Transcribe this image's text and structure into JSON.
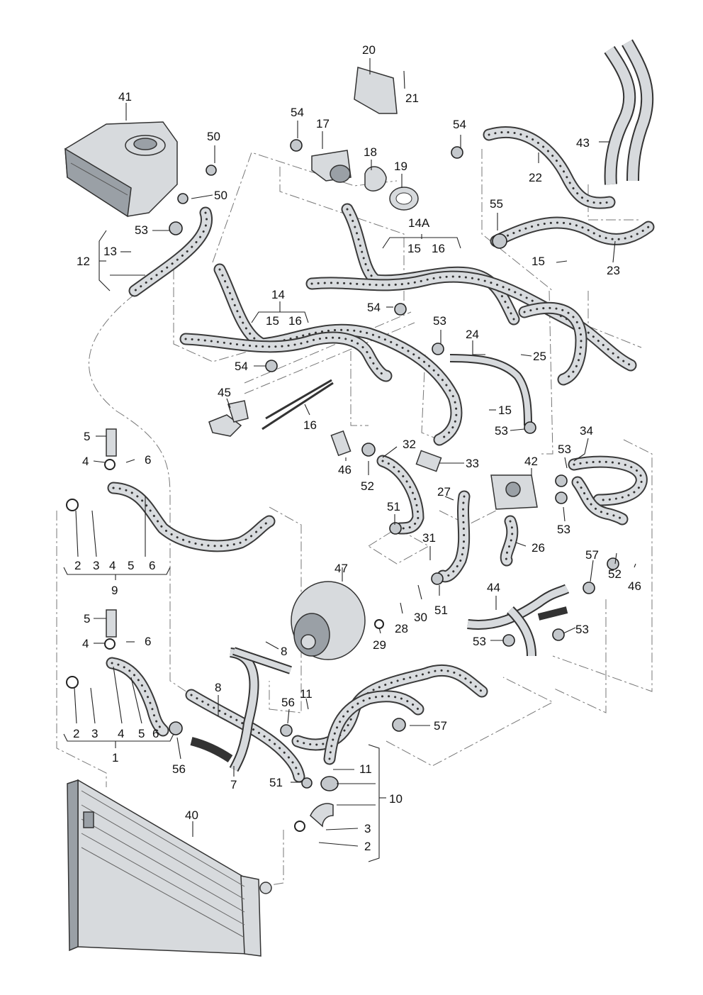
{
  "labels": [
    {
      "id": "l20",
      "text": "20"
    },
    {
      "id": "l21",
      "text": "21"
    },
    {
      "id": "l41",
      "text": "41"
    },
    {
      "id": "l54a",
      "text": "54"
    },
    {
      "id": "l17",
      "text": "17"
    },
    {
      "id": "l54b",
      "text": "54"
    },
    {
      "id": "l43",
      "text": "43"
    },
    {
      "id": "l50a",
      "text": "50"
    },
    {
      "id": "l18",
      "text": "18"
    },
    {
      "id": "l19",
      "text": "19"
    },
    {
      "id": "l22",
      "text": "22"
    },
    {
      "id": "l50b",
      "text": "50"
    },
    {
      "id": "l55",
      "text": "55"
    },
    {
      "id": "l14A",
      "text": "14A"
    },
    {
      "id": "l53a",
      "text": "53"
    },
    {
      "id": "l15a",
      "text": "15"
    },
    {
      "id": "l16a",
      "text": "16"
    },
    {
      "id": "l13",
      "text": "13"
    },
    {
      "id": "l12",
      "text": "12"
    },
    {
      "id": "l15b",
      "text": "15"
    },
    {
      "id": "l23",
      "text": "23"
    },
    {
      "id": "l14",
      "text": "14"
    },
    {
      "id": "l54c",
      "text": "54"
    },
    {
      "id": "l15c",
      "text": "15"
    },
    {
      "id": "l16b",
      "text": "16"
    },
    {
      "id": "l53b",
      "text": "53"
    },
    {
      "id": "l24",
      "text": "24"
    },
    {
      "id": "l25",
      "text": "25"
    },
    {
      "id": "l54d",
      "text": "54"
    },
    {
      "id": "l45",
      "text": "45"
    },
    {
      "id": "l15d",
      "text": "15"
    },
    {
      "id": "l16c",
      "text": "16"
    },
    {
      "id": "l53c",
      "text": "53"
    },
    {
      "id": "l34",
      "text": "34"
    },
    {
      "id": "l5a",
      "text": "5"
    },
    {
      "id": "l32",
      "text": "32"
    },
    {
      "id": "l4a",
      "text": "4"
    },
    {
      "id": "l6a",
      "text": "6"
    },
    {
      "id": "l53d",
      "text": "53"
    },
    {
      "id": "l33",
      "text": "33"
    },
    {
      "id": "l42",
      "text": "42"
    },
    {
      "id": "l46a",
      "text": "46"
    },
    {
      "id": "l52a",
      "text": "52"
    },
    {
      "id": "l27",
      "text": "27"
    },
    {
      "id": "l51a",
      "text": "51"
    },
    {
      "id": "l53e",
      "text": "53"
    },
    {
      "id": "l26",
      "text": "26"
    },
    {
      "id": "l31",
      "text": "31"
    },
    {
      "id": "l57a",
      "text": "57"
    },
    {
      "id": "l2a",
      "text": "2"
    },
    {
      "id": "l3a",
      "text": "3"
    },
    {
      "id": "l4b",
      "text": "4"
    },
    {
      "id": "l5b",
      "text": "5"
    },
    {
      "id": "l6b",
      "text": "6"
    },
    {
      "id": "l52b",
      "text": "52"
    },
    {
      "id": "l46b",
      "text": "46"
    },
    {
      "id": "l9",
      "text": "9"
    },
    {
      "id": "l47",
      "text": "47"
    },
    {
      "id": "l44",
      "text": "44"
    },
    {
      "id": "l30",
      "text": "30"
    },
    {
      "id": "l51b",
      "text": "51"
    },
    {
      "id": "l5c",
      "text": "5"
    },
    {
      "id": "l28",
      "text": "28"
    },
    {
      "id": "l53f",
      "text": "53"
    },
    {
      "id": "l4c",
      "text": "4"
    },
    {
      "id": "l6c",
      "text": "6"
    },
    {
      "id": "l53g",
      "text": "53"
    },
    {
      "id": "l29",
      "text": "29"
    },
    {
      "id": "l8a",
      "text": "8"
    },
    {
      "id": "l8b",
      "text": "8"
    },
    {
      "id": "l11a",
      "text": "11"
    },
    {
      "id": "l56a",
      "text": "56"
    },
    {
      "id": "l57b",
      "text": "57"
    },
    {
      "id": "l2b",
      "text": "2"
    },
    {
      "id": "l3b",
      "text": "3"
    },
    {
      "id": "l4d",
      "text": "4"
    },
    {
      "id": "l5d",
      "text": "5"
    },
    {
      "id": "l6d",
      "text": "6"
    },
    {
      "id": "l1",
      "text": "1"
    },
    {
      "id": "l56b",
      "text": "56"
    },
    {
      "id": "l7",
      "text": "7"
    },
    {
      "id": "l11b",
      "text": "11"
    },
    {
      "id": "l51c",
      "text": "51"
    },
    {
      "id": "l10",
      "text": "10"
    },
    {
      "id": "l40",
      "text": "40"
    },
    {
      "id": "l3c",
      "text": "3"
    },
    {
      "id": "l2c",
      "text": "2"
    }
  ]
}
